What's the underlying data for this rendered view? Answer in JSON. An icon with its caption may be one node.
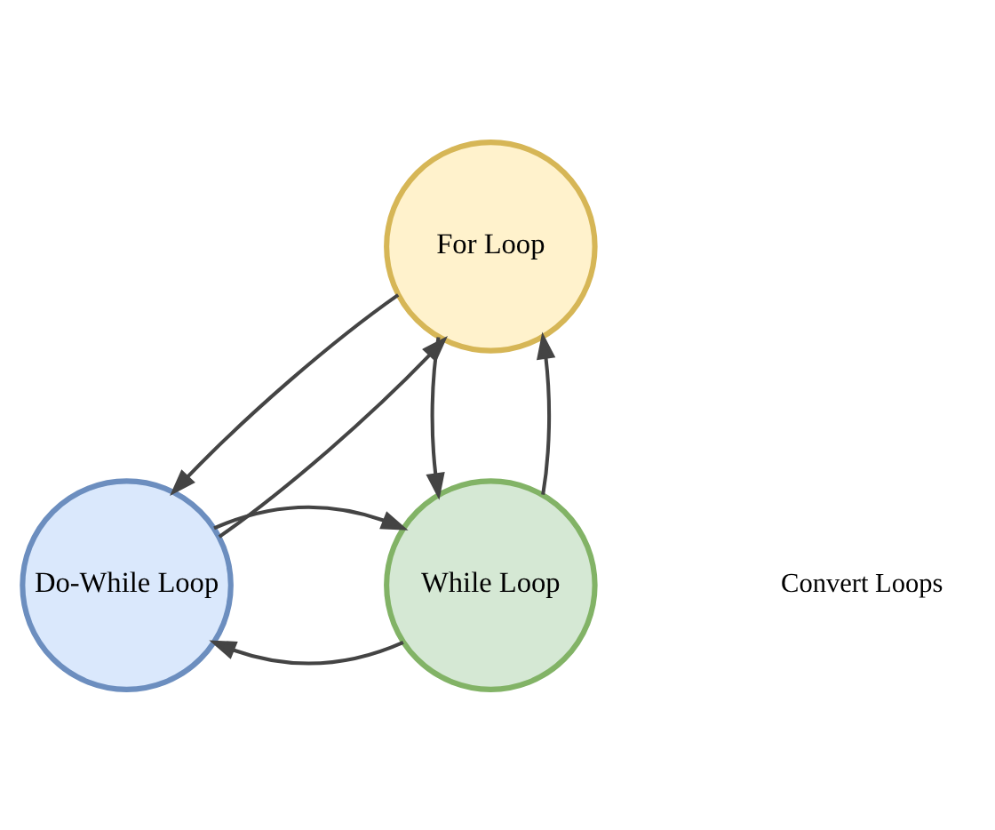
{
  "diagram": {
    "nodes": [
      {
        "text": [
          "For Loop"
        ]
      },
      {
        "text": [
          "Do-While Loop"
        ]
      },
      {
        "text": [
          "While Loop"
        ]
      }
    ],
    "edges": [
      {
        "from": 0,
        "to": 1,
        "arrow": "to"
      },
      {
        "from": 1,
        "to": 0,
        "arrow": "to"
      },
      {
        "from": 0,
        "to": 2,
        "arrow": "to"
      },
      {
        "from": 2,
        "to": 0,
        "arrow": "to"
      },
      {
        "from": 2,
        "to": 1,
        "arrow": "to"
      },
      {
        "from": 1,
        "to": 2,
        "arrow": "to"
      }
    ],
    "labels": [
      "Convert Loops"
    ]
  }
}
